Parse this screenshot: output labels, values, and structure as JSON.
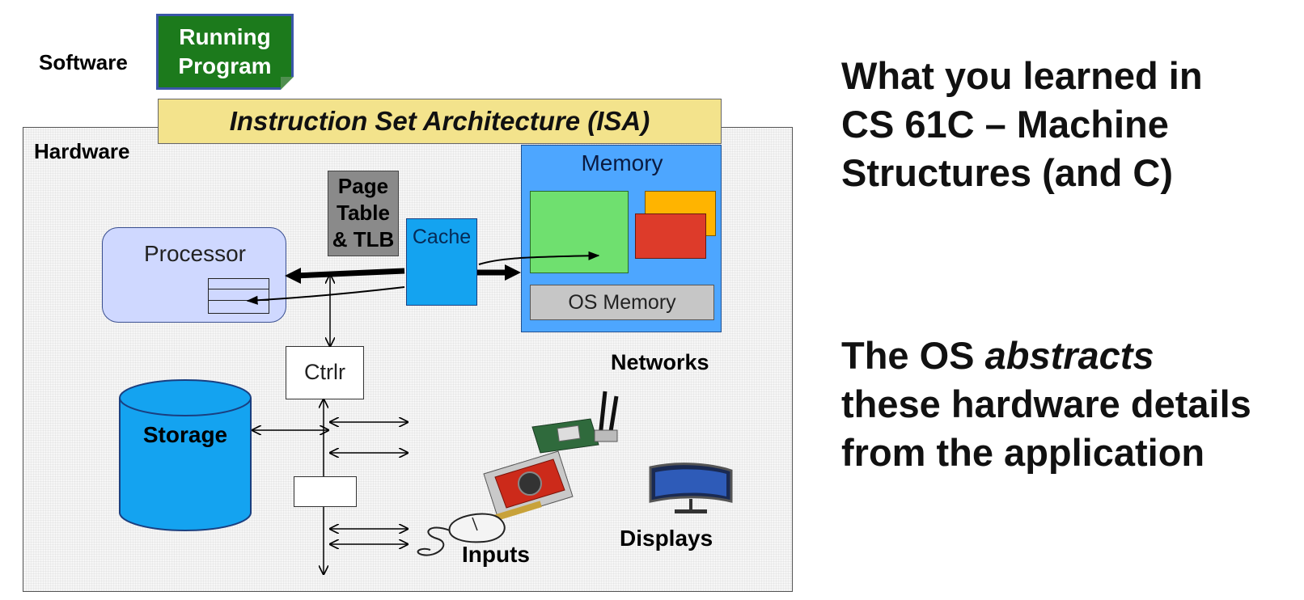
{
  "software_label": "Software",
  "running_program": {
    "line1": "Running",
    "line2": "Program"
  },
  "isa_label": "Instruction Set Architecture (ISA)",
  "hardware_label": "Hardware",
  "memory": {
    "title": "Memory",
    "os_memory": "OS Memory"
  },
  "page_table": {
    "line1": "Page",
    "line2": "Table",
    "line3": "& TLB"
  },
  "cache_label": "Cache",
  "processor_label": "Processor",
  "ctrlr_label": "Ctrlr",
  "storage_label": "Storage",
  "networks_label": "Networks",
  "displays_label": "Displays",
  "inputs_label": "Inputs",
  "right_text": {
    "block1": [
      "What you learned in",
      "CS 61C – Machine",
      "Structures (and C)"
    ],
    "block2_prefix": "The OS ",
    "block2_emph": "abstracts",
    "block2_lines": [
      "these hardware details",
      "from the application"
    ]
  },
  "colors": {
    "running_program_bg": "#1c7a1c",
    "isa_bg": "#f3e38c",
    "memory_bg": "#4da6ff",
    "cache_bg": "#14a3f0",
    "processor_bg": "#cfd8ff",
    "page_table_bg": "#8a8a8a",
    "storage_bg": "#14a3f0"
  },
  "icons": [
    "network-card-icon",
    "graphics-card-icon",
    "mouse-icon",
    "monitor-icon"
  ]
}
